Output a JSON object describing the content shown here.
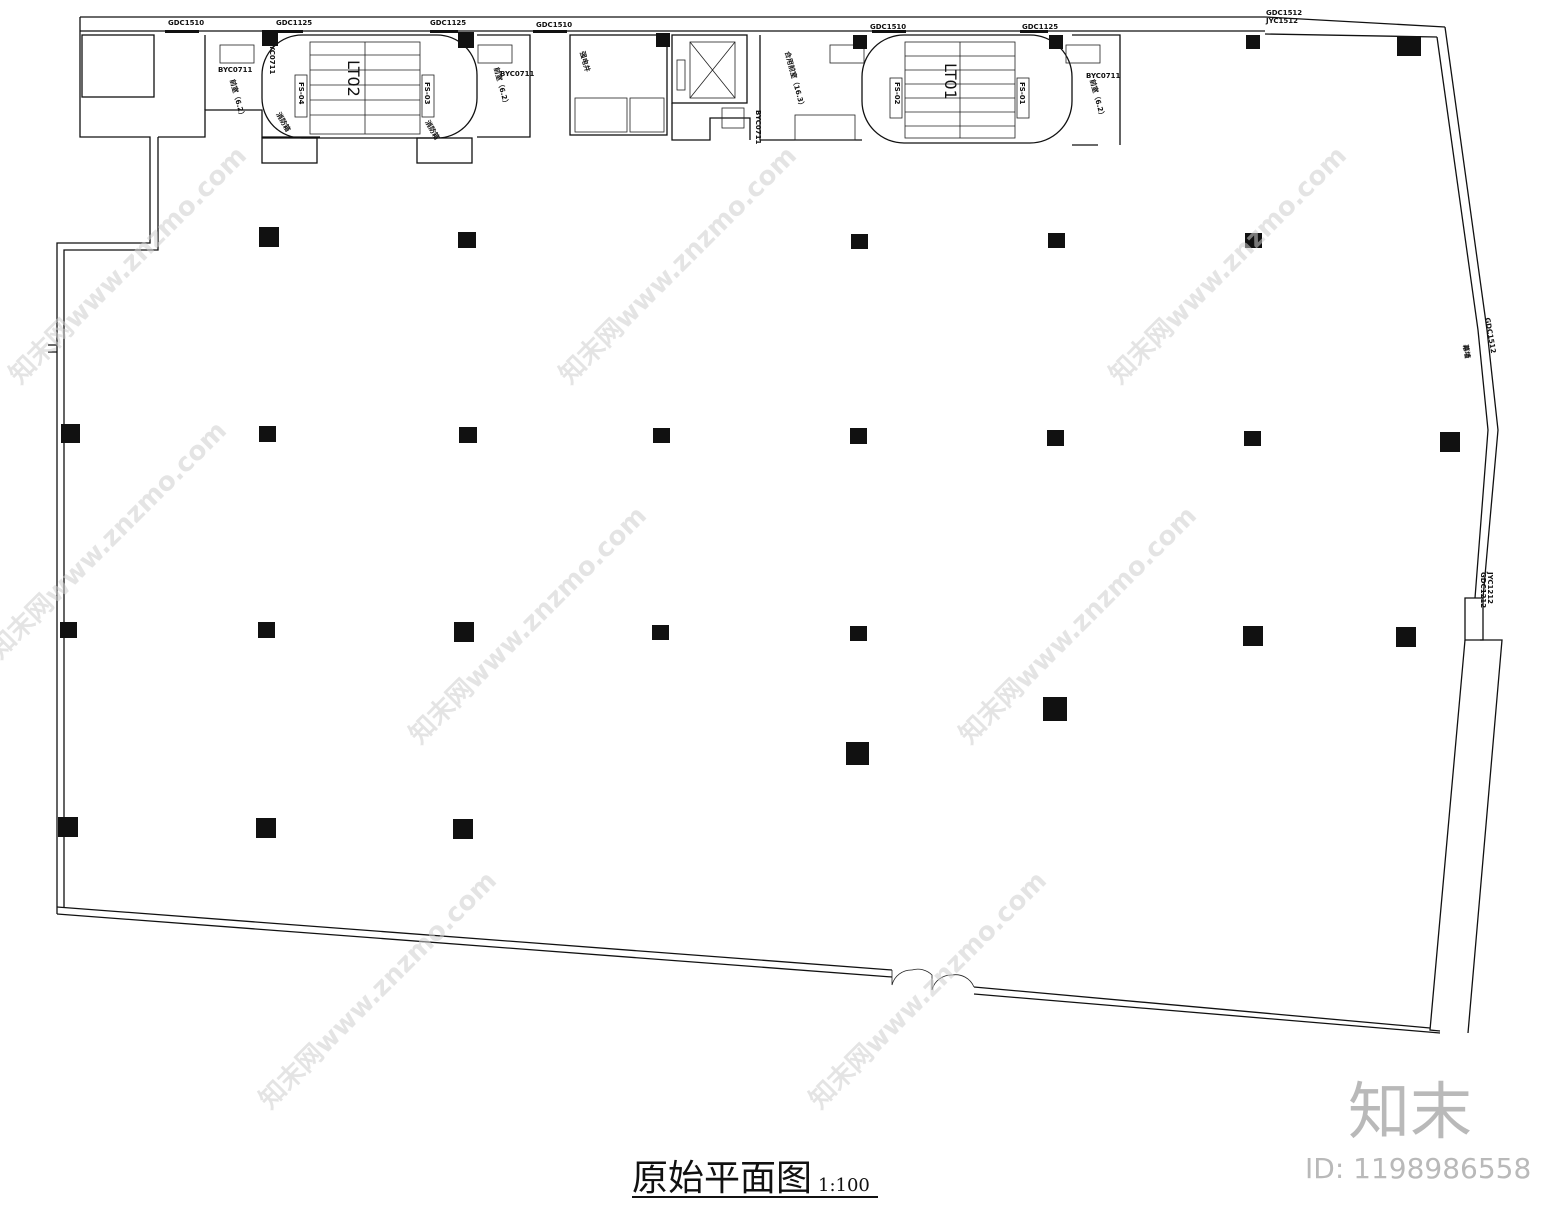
{
  "drawing": {
    "title": "原始平面图",
    "scale": "1:100"
  },
  "labels": {
    "window_top_1": "GDC1510",
    "window_top_2": "GDC1125",
    "window_top_3": "GDC1125",
    "window_top_4": "GDC1510",
    "window_top_5": "GDC1510",
    "window_top_6": "GDC1125",
    "window_top_7": "GDC1512",
    "window_top_8": "JYC1512",
    "window_right_1": "GDC1512",
    "window_right_2": "JYC1212",
    "window_right_3": "GDC1212",
    "stair_left": "LT02",
    "stair_right": "LT01",
    "fs01": "FS-01",
    "fs02": "FS-02",
    "fs03": "FS-03",
    "fs04": "FS-04",
    "anteroom_1": "前室（6.2）",
    "anteroom_2": "前室（6.2）",
    "anteroom_3": "前室（6.2）",
    "shared_anteroom": "合用前室（16.3）",
    "shaft": "强电井",
    "byc_1": "BYC0711",
    "byc_2": "BYC0711",
    "byc_3": "BYC0711",
    "byc_4": "BYC0711",
    "byc_5": "BYC0711",
    "fire_hydrant_1": "消防箱",
    "fire_hydrant_2": "消防箱",
    "right_wall": "幕墙"
  },
  "watermark": {
    "text": "知末网www.znzmo.com",
    "logo": "知末",
    "id": "ID: 1198986558"
  }
}
